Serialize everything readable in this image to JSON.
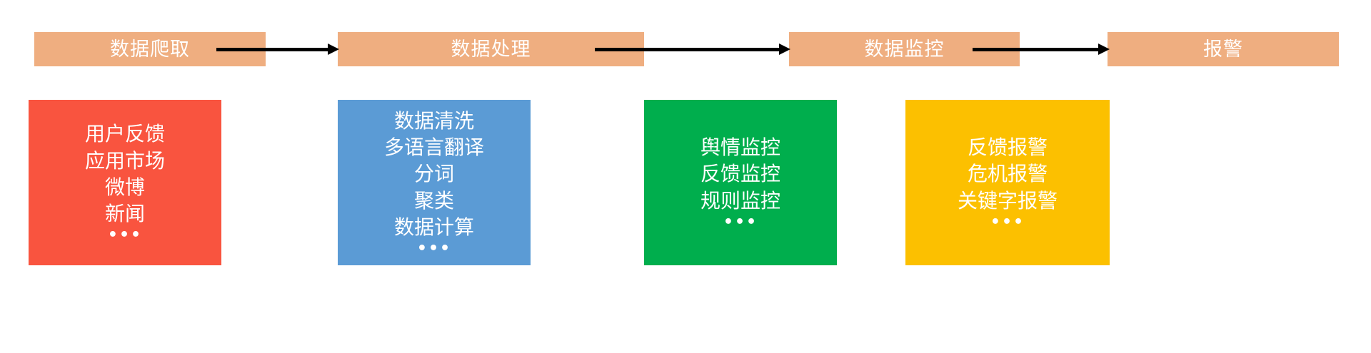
{
  "diagram": {
    "title": "data pipeline flow",
    "background_color": "#FFFFFF",
    "stages": [
      {
        "header": "数据爬取",
        "header_color": "#EFAE80",
        "panel_color": "#F9543F",
        "items": [
          "用户反馈",
          "应用市场",
          "微博",
          "新闻"
        ],
        "ellipsis": "•••"
      },
      {
        "header": "数据处理",
        "header_color": "#EFAE80",
        "panel_color": "#5B9BD5",
        "items": [
          "数据清洗",
          "多语言翻译",
          "分词",
          "聚类",
          "数据计算"
        ],
        "ellipsis": "•••"
      },
      {
        "header": "数据监控",
        "header_color": "#EFAE80",
        "panel_color": "#00AE4D",
        "items": [
          "舆情监控",
          "反馈监控",
          "规则监控"
        ],
        "ellipsis": "•••"
      },
      {
        "header": "报警",
        "header_color": "#EFAE80",
        "panel_color": "#FCC000",
        "items": [
          "反馈报警",
          "危机报警",
          "关键字报警"
        ],
        "ellipsis": "•••"
      }
    ],
    "connectors": [
      {
        "from": "数据爬取",
        "to": "数据处理",
        "style": "solid-arrow",
        "color": "#000000"
      },
      {
        "from": "数据处理",
        "to": "数据监控",
        "style": "solid-arrow",
        "color": "#000000"
      },
      {
        "from": "数据监控",
        "to": "报警",
        "style": "solid-arrow",
        "color": "#000000"
      }
    ]
  }
}
